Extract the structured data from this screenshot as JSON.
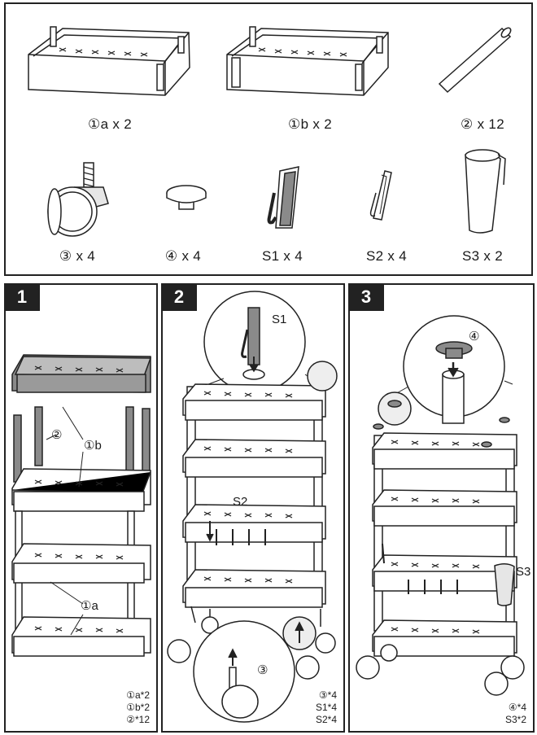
{
  "parts": {
    "captions": [
      {
        "id": "basket-a",
        "text": "①a x 2"
      },
      {
        "id": "basket-b",
        "text": "①b x 2"
      },
      {
        "id": "pole",
        "text": "② x 12"
      },
      {
        "id": "caster",
        "text": "③ x 4"
      },
      {
        "id": "cap",
        "text": "④ x 4"
      },
      {
        "id": "hook-s1",
        "text": "S1 x 4"
      },
      {
        "id": "hook-s2",
        "text": "S2 x 4"
      },
      {
        "id": "cup-s3",
        "text": "S3 x 2"
      }
    ]
  },
  "steps": [
    {
      "number": "1",
      "labels": {
        "pole": "②",
        "basket_b": "①b",
        "basket_a": "①a"
      },
      "quantities": [
        "①a*2",
        "①b*2",
        "②*12"
      ]
    },
    {
      "number": "2",
      "labels": {
        "hook_s1": "S1",
        "hook_s2": "S2",
        "caster": "③"
      },
      "quantities": [
        "③*4",
        "S1*4",
        "S2*4"
      ]
    },
    {
      "number": "3",
      "labels": {
        "cap": "④",
        "cup_s3": "S3"
      },
      "quantities": [
        "④*4",
        "S3*2"
      ]
    }
  ],
  "colors": {
    "line": "#222222",
    "fill_dark": "#8a8a8a",
    "fill_light": "#e6e6e6",
    "background": "#ffffff"
  }
}
